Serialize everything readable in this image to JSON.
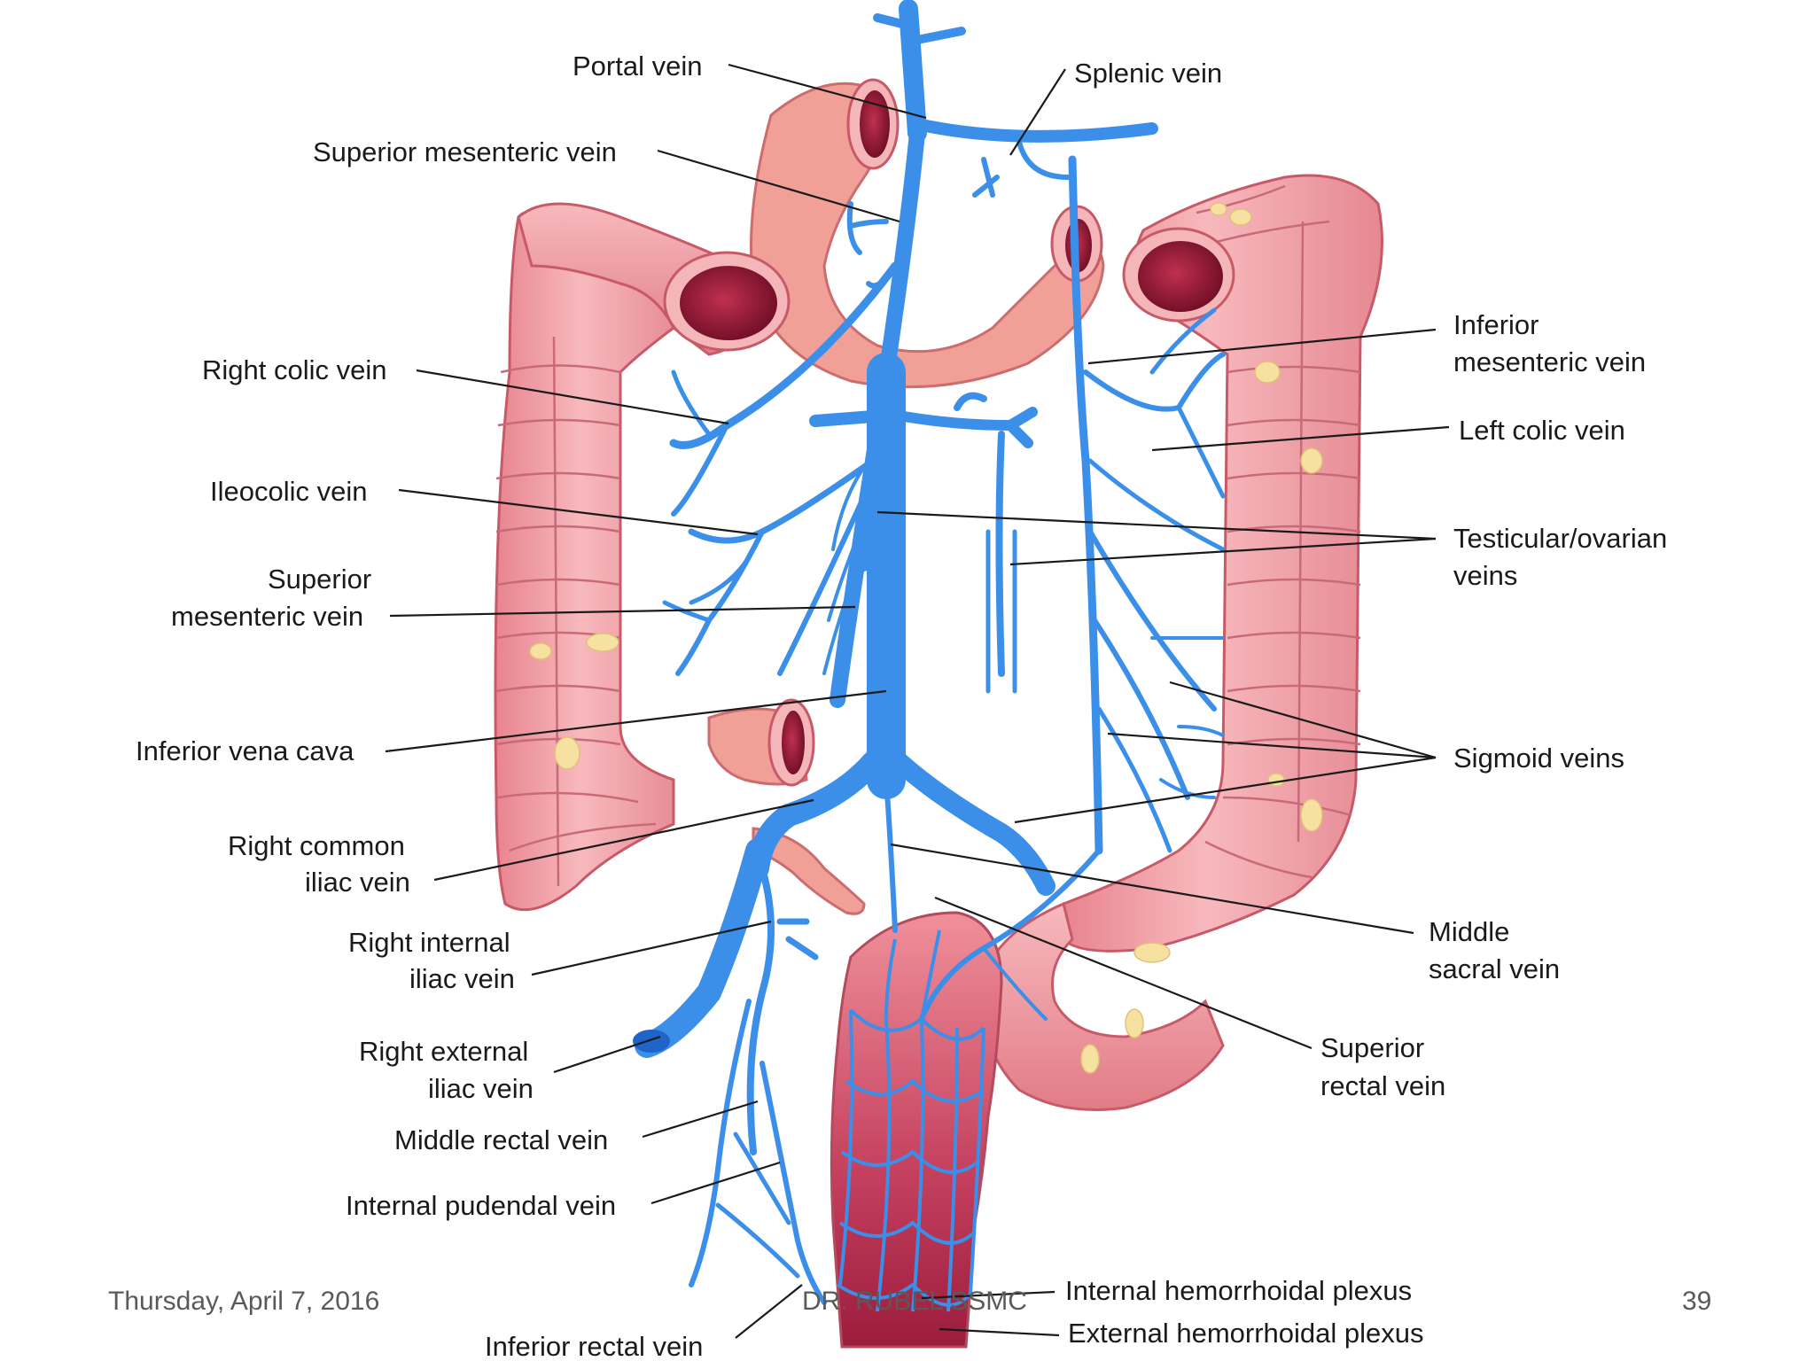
{
  "labels": {
    "portal_vein": "Portal vein",
    "splenic_vein": "Splenic vein",
    "superior_mesenteric_vein_top": "Superior mesenteric vein",
    "right_colic_vein": "Right colic vein",
    "ileocolic_vein": "Ileocolic vein",
    "superior_mesenteric_vein_mid_1": "Superior",
    "superior_mesenteric_vein_mid_2": "mesenteric vein",
    "inferior_vena_cava": "Inferior vena cava",
    "right_common_iliac_1": "Right common",
    "right_common_iliac_2": "iliac vein",
    "right_internal_iliac_1": "Right internal",
    "right_internal_iliac_2": "iliac vein",
    "right_external_iliac_1": "Right external",
    "right_external_iliac_2": "iliac vein",
    "middle_rectal_vein": "Middle rectal vein",
    "internal_pudendal_vein": "Internal pudendal vein",
    "inferior_rectal_vein": "Inferior rectal vein",
    "inferior_mesenteric_1": "Inferior",
    "inferior_mesenteric_2": "mesenteric vein",
    "left_colic_vein": "Left colic vein",
    "testicular_ovarian_1": "Testicular/ovarian",
    "testicular_ovarian_2": "veins",
    "sigmoid_veins": "Sigmoid veins",
    "middle_sacral_1": "Middle",
    "middle_sacral_2": "sacral vein",
    "superior_rectal_1": "Superior",
    "superior_rectal_2": "rectal vein",
    "internal_hemorrhoidal_plexus": "Internal hemorrhoidal plexus",
    "external_hemorrhoidal_plexus": "External hemorrhoidal plexus"
  },
  "footer": {
    "date": "Thursday, April 7, 2016",
    "author": "DR. RUBEL SSMC",
    "page": "39"
  },
  "colors": {
    "vein": "#3b8fe8",
    "vein_dark": "#1f64c8",
    "colon": "#f2a3a8",
    "colon_shadow": "#e07a86",
    "lumen": "#8a1430",
    "fat": "#f8e3a4"
  }
}
